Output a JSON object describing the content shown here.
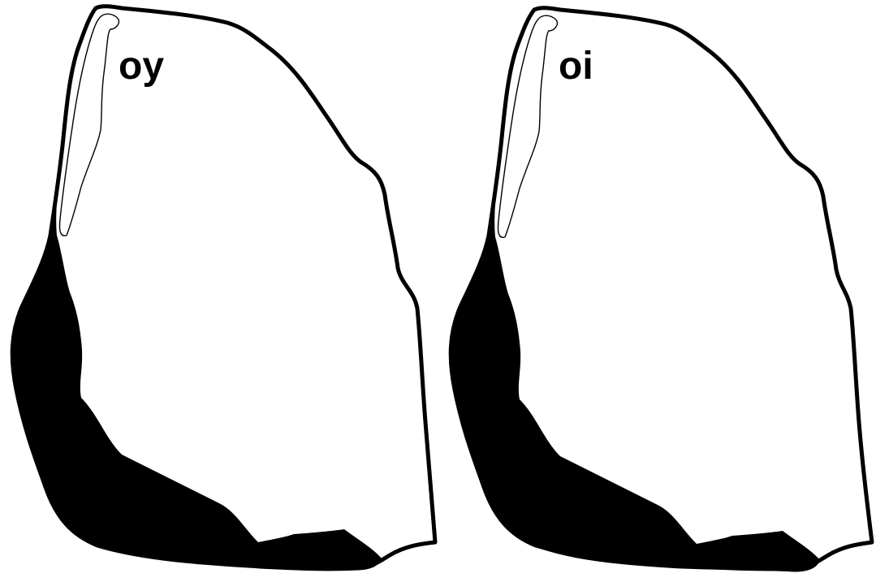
{
  "panels": [
    {
      "id": "left",
      "word": "oy",
      "shape_name": "glyph-shape",
      "ink_color": "#000000"
    },
    {
      "id": "right",
      "word": "oi",
      "shape_name": "glyph-shape",
      "ink_color": "#000000"
    }
  ],
  "background_color": "#ffffff"
}
